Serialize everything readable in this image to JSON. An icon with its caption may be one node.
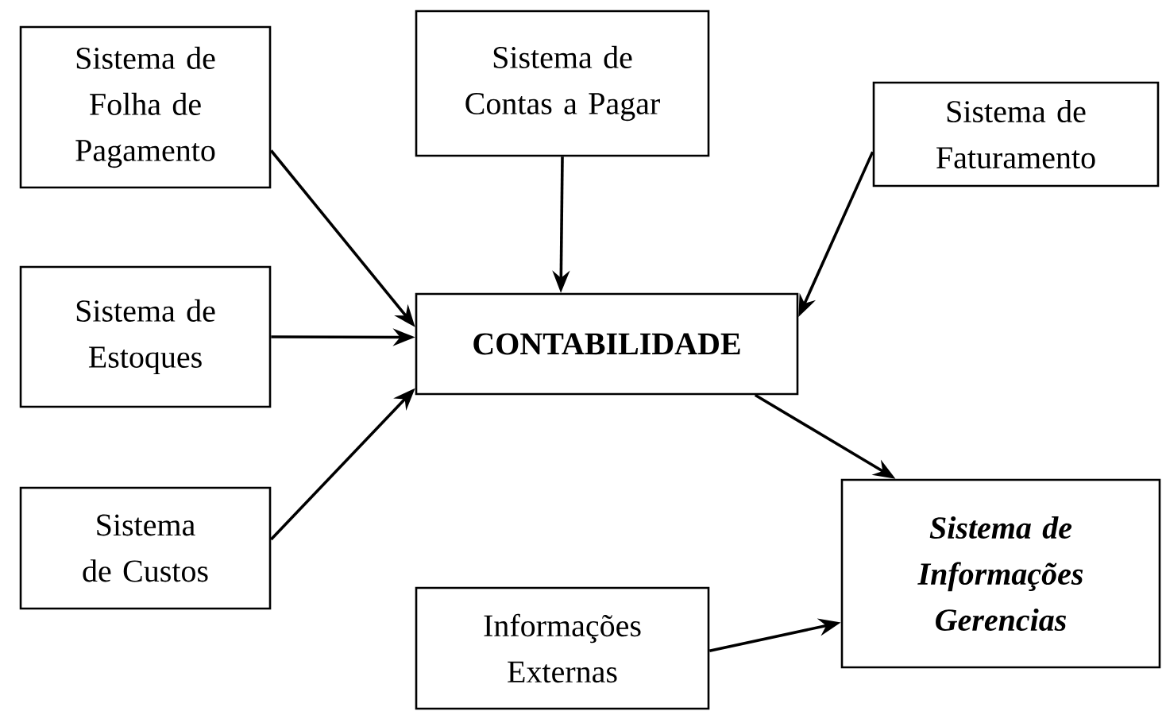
{
  "diagram": {
    "nodes": [
      {
        "text": [
          "Sistema de Folha de Pagamento"
        ]
      },
      {
        "text": [
          "Sistema de Contas a Pagar"
        ]
      },
      {
        "text": [
          "Sistema de Faturamento"
        ]
      },
      {
        "text": [
          "Sistema de Estoques"
        ]
      },
      {
        "text": [
          "CONTABILIDADE"
        ]
      },
      {
        "text": [
          "Sistema de Custos"
        ]
      },
      {
        "text": [
          "Sistema de Informações Gerencias"
        ]
      },
      {
        "text": [
          "Informações Externas"
        ]
      }
    ],
    "edges": [
      {
        "from": 0,
        "to": 4,
        "arrow": "to"
      },
      {
        "from": 1,
        "to": 4,
        "arrow": "to"
      },
      {
        "from": 2,
        "to": 4,
        "arrow": "to"
      },
      {
        "from": 3,
        "to": 4,
        "arrow": "to"
      },
      {
        "from": 5,
        "to": 4,
        "arrow": "to"
      },
      {
        "from": 4,
        "to": 6,
        "arrow": "to"
      },
      {
        "from": 7,
        "to": 6,
        "arrow": "to"
      }
    ]
  }
}
